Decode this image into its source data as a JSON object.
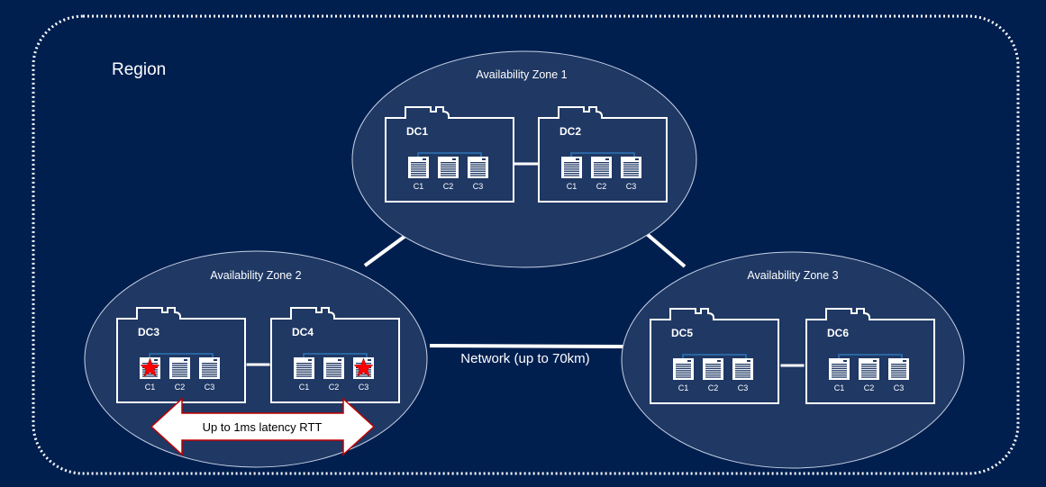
{
  "region": {
    "label": "Region"
  },
  "network": {
    "label": "Network (up to 70km)"
  },
  "latency": {
    "label": "Up to 1ms latency RTT"
  },
  "zones": [
    {
      "label": "Availability Zone 1",
      "dcs": [
        {
          "label": "DC1",
          "clusters": [
            "C1",
            "C2",
            "C3"
          ],
          "starred": []
        },
        {
          "label": "DC2",
          "clusters": [
            "C1",
            "C2",
            "C3"
          ],
          "starred": []
        }
      ]
    },
    {
      "label": "Availability Zone 2",
      "dcs": [
        {
          "label": "DC3",
          "clusters": [
            "C1",
            "C2",
            "C3"
          ],
          "starred": [
            "C1"
          ]
        },
        {
          "label": "DC4",
          "clusters": [
            "C1",
            "C2",
            "C3"
          ],
          "starred": [
            "C3"
          ]
        }
      ]
    },
    {
      "label": "Availability Zone 3",
      "dcs": [
        {
          "label": "DC5",
          "clusters": [
            "C1",
            "C2",
            "C3"
          ],
          "starred": []
        },
        {
          "label": "DC6",
          "clusters": [
            "C1",
            "C2",
            "C3"
          ],
          "starred": []
        }
      ]
    }
  ],
  "colors": {
    "background": "#001f4f",
    "zone_fill": "#1f3864",
    "line": "#ffffff",
    "cluster_link": "#2e75b6",
    "star": "#ff0000",
    "arrow_border": "#c00000"
  }
}
